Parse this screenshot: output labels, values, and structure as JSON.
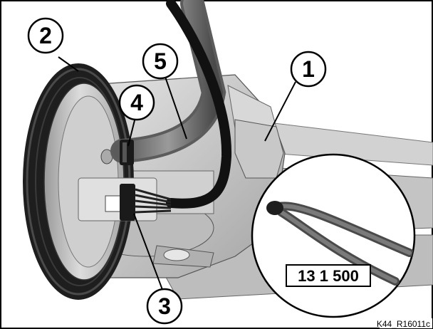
{
  "callouts": [
    {
      "label": "1"
    },
    {
      "label": "2"
    },
    {
      "label": "3"
    },
    {
      "label": "4"
    },
    {
      "label": "5"
    }
  ],
  "tool_number": "13 1 500",
  "reference_code": "K44_R16011c"
}
